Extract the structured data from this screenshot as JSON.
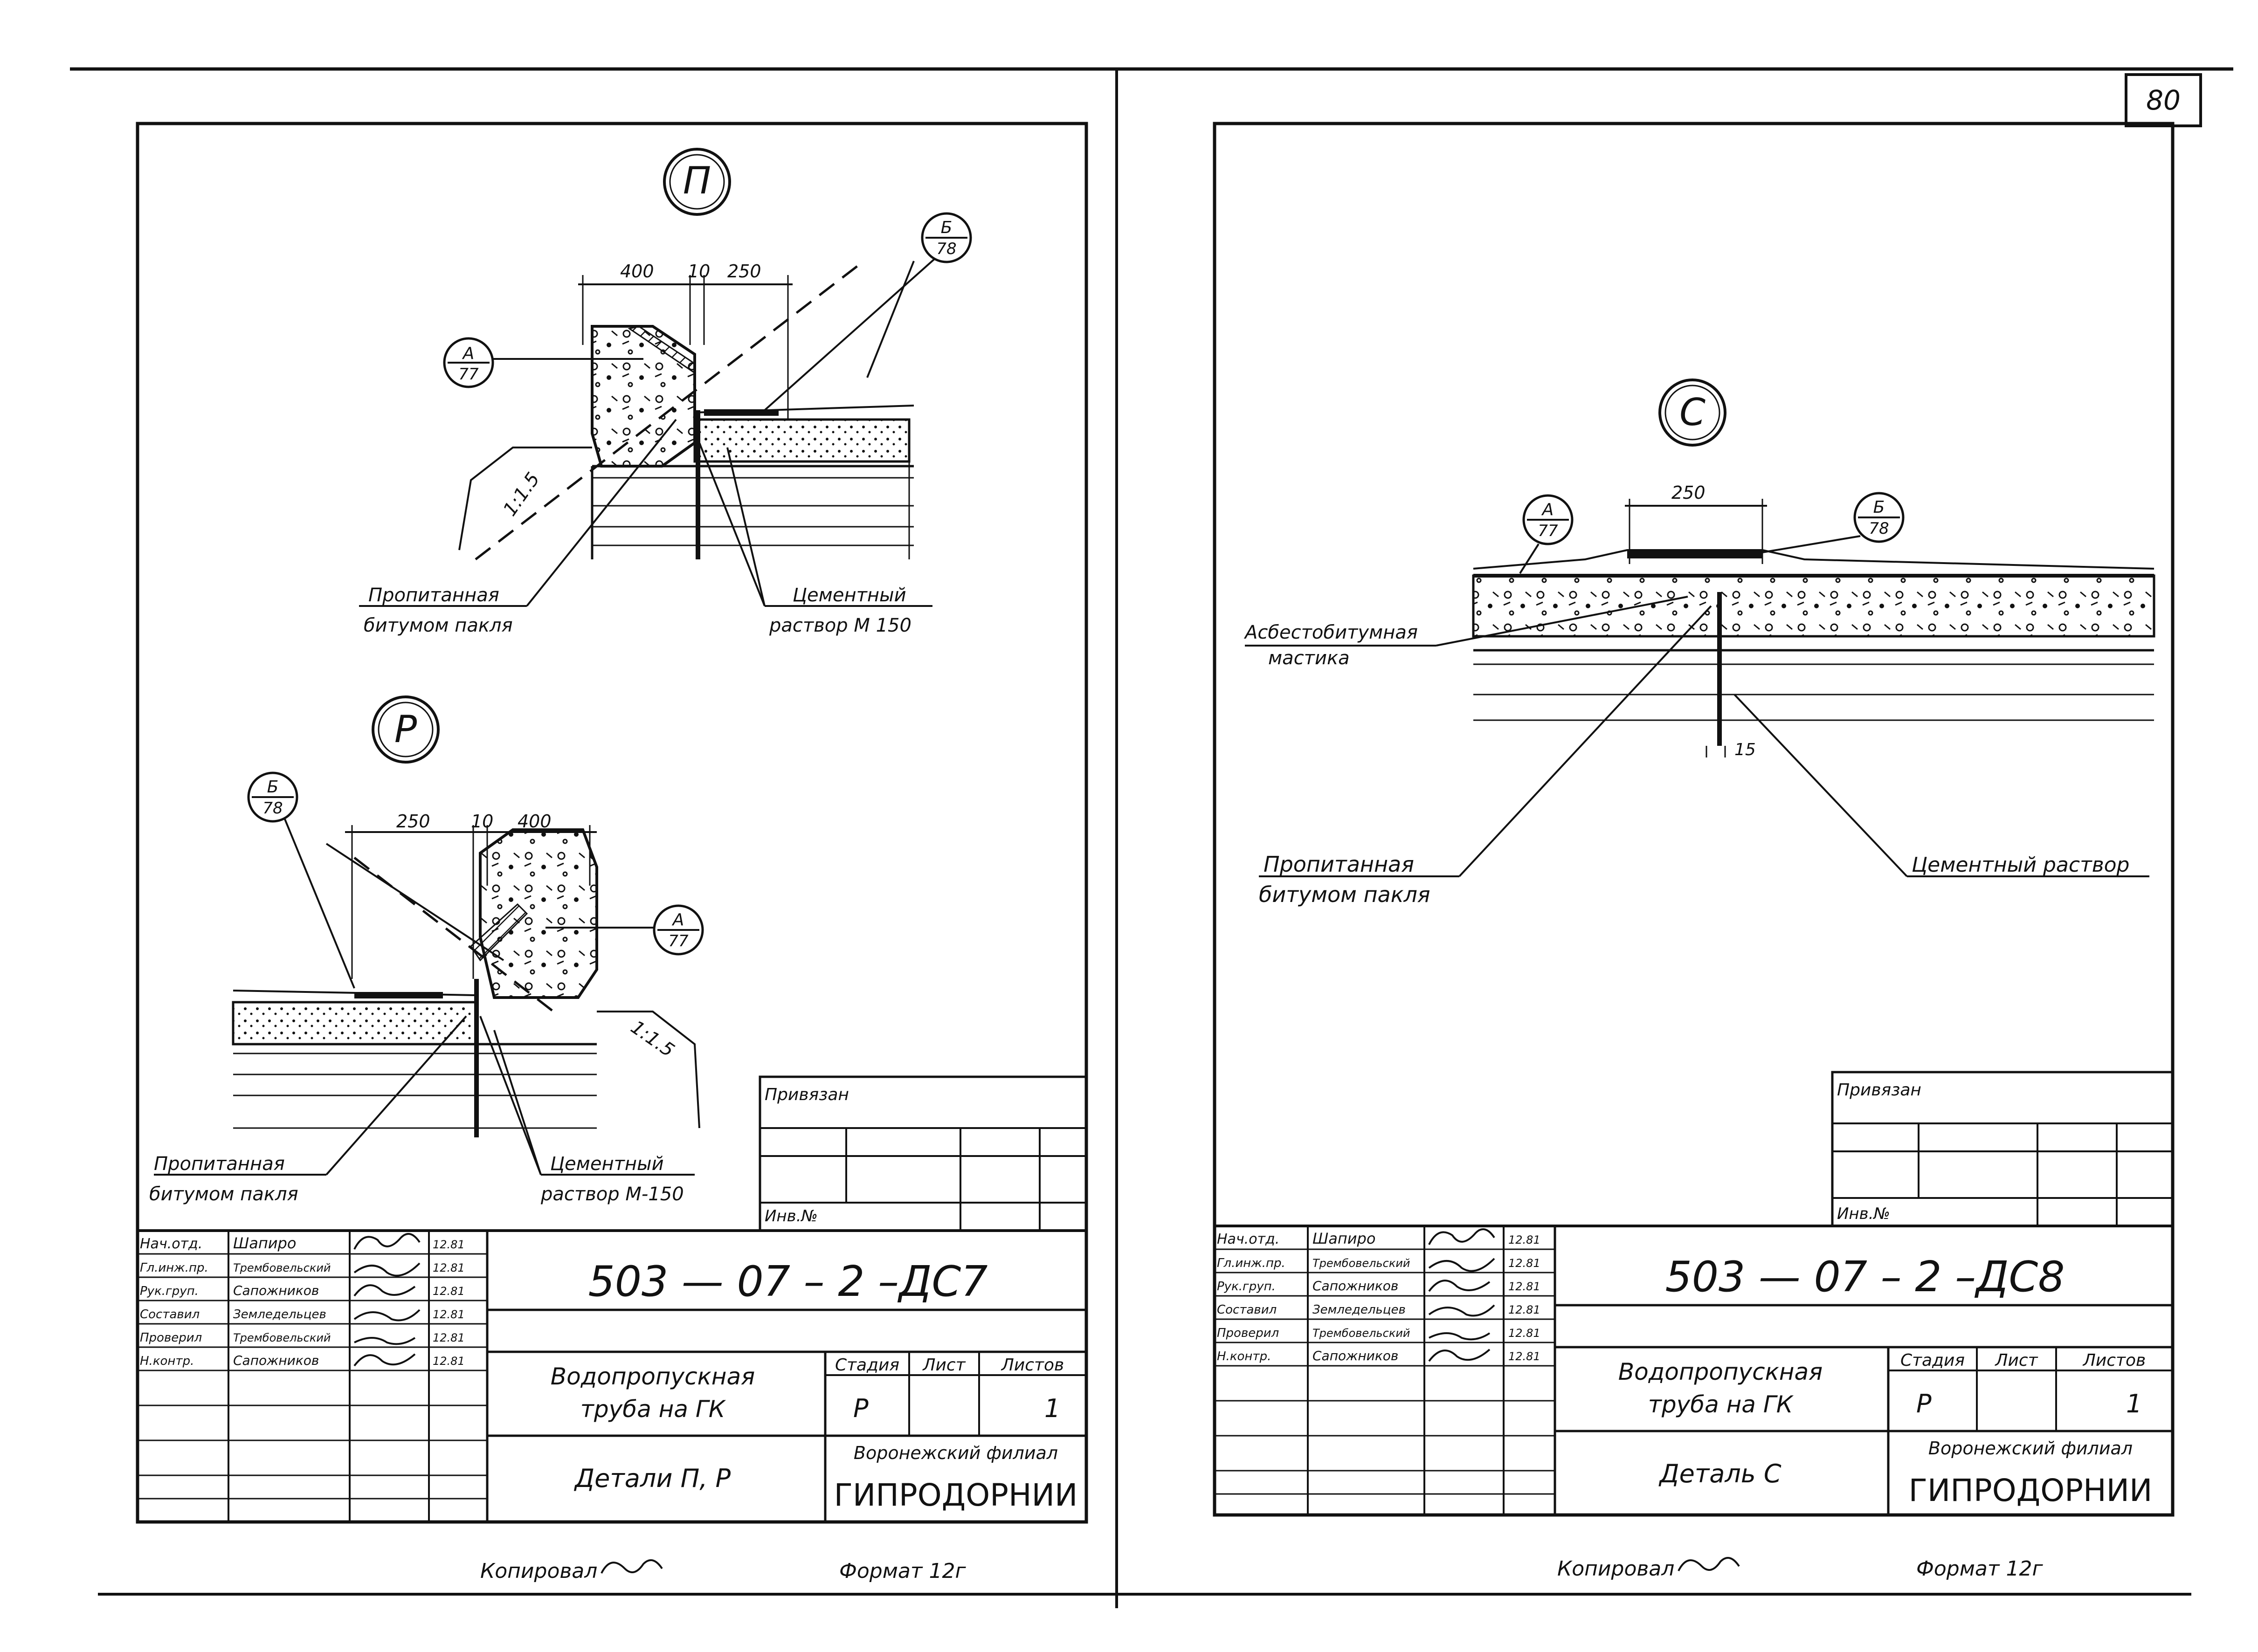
{
  "page_number": "80",
  "left_sheet": {
    "detail_p": {
      "marker": "П",
      "dims": {
        "d1": "400",
        "d2": "10",
        "d3": "250"
      },
      "ref_a": {
        "top": "А",
        "bottom": "77"
      },
      "ref_b": {
        "top": "Б",
        "bottom": "78"
      },
      "slope": "1:1.5",
      "label_tow": [
        "Пропитанная",
        "битумом пакля"
      ],
      "label_mortar": [
        "Цементный",
        "раствор М 150"
      ]
    },
    "detail_r": {
      "marker": "Р",
      "dims": {
        "d1": "250",
        "d2": "10",
        "d3": "400"
      },
      "ref_a": {
        "top": "А",
        "bottom": "77"
      },
      "ref_b": {
        "top": "Б",
        "bottom": "78"
      },
      "slope": "1:1.5",
      "label_tow": [
        "Пропитанная",
        "битумом пакля"
      ],
      "label_mortar": [
        "Цементный",
        "раствор М-150"
      ]
    },
    "stamp": {
      "privyazan": "Привязан",
      "inv": "Инв.№",
      "signatories": [
        {
          "role": "Нач.отд.",
          "name": "Шапиро",
          "date": "12.81"
        },
        {
          "role": "Гл.инж.пр.",
          "name": "Трембовельский",
          "date": "12.81"
        },
        {
          "role": "Рук.груп.",
          "name": "Сапожников",
          "date": "12.81"
        },
        {
          "role": "Составил",
          "name": "Земледельцев",
          "date": "12.81"
        },
        {
          "role": "Проверил",
          "name": "Трембовельский",
          "date": "12.81"
        },
        {
          "role": "Н.контр.",
          "name": "Сапожников",
          "date": "12.81"
        }
      ],
      "code": "503 — 07 – 2 –ДС7",
      "title": [
        "Водопропускная",
        "труба на ГК"
      ],
      "subtitle": "Детали П, Р",
      "stage_label": "Стадия",
      "sheet_label": "Лист",
      "sheets_label": "Листов",
      "stage": "Р",
      "sheets": "1",
      "org_line": "Воронежский филиал",
      "org": "ГИПРОДОРНИИ"
    },
    "copied": "Копировал",
    "format": "Формат 12г"
  },
  "right_sheet": {
    "detail_c": {
      "marker": "С",
      "dim": "250",
      "dim_gap": "15",
      "ref_a": {
        "top": "А",
        "bottom": "77"
      },
      "ref_b": {
        "top": "Б",
        "bottom": "78"
      },
      "label_mastic": [
        "Асбестобитумная",
        "мастика"
      ],
      "label_tow": [
        "Пропитанная",
        "битумом пакля"
      ],
      "label_mortar": "Цементный раствор"
    },
    "stamp": {
      "privyazan": "Привязан",
      "inv": "Инв.№",
      "signatories": [
        {
          "role": "Нач.отд.",
          "name": "Шапиро",
          "date": "12.81"
        },
        {
          "role": "Гл.инж.пр.",
          "name": "Трембовельский",
          "date": "12.81"
        },
        {
          "role": "Рук.груп.",
          "name": "Сапожников",
          "date": "12.81"
        },
        {
          "role": "Составил",
          "name": "Земледельцев",
          "date": "12.81"
        },
        {
          "role": "Проверил",
          "name": "Трембовельский",
          "date": "12.81"
        },
        {
          "role": "Н.контр.",
          "name": "Сапожников",
          "date": "12.81"
        }
      ],
      "code": "503 — 07 – 2 –ДС8",
      "title": [
        "Водопропускная",
        "труба на ГК"
      ],
      "subtitle": "Деталь С",
      "stage_label": "Стадия",
      "sheet_label": "Лист",
      "sheets_label": "Листов",
      "stage": "Р",
      "sheets": "1",
      "org_line": "Воронежский филиал",
      "org": "ГИПРОДОРНИИ"
    },
    "copied": "Копировал",
    "format": "Формат 12г"
  }
}
